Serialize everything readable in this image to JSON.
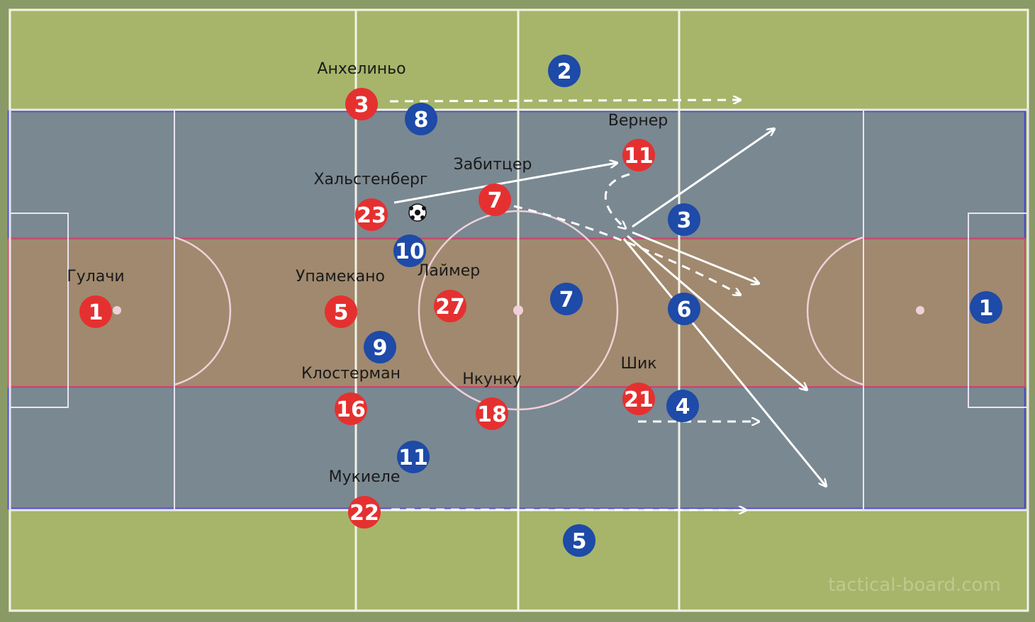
{
  "colors": {
    "outer_border": "#8a9a66",
    "grass": "#a6b56a",
    "wing_zone": "#7a8891",
    "center_zone": "#a0896e",
    "pitch_lines": "#f2f2e6",
    "zone_border_blue": "#4a4ac8",
    "zone_border_red": "#c84a6a",
    "circle_line": "#f0d0d8",
    "team_red": "#e53030",
    "team_blue": "#1e4aa8",
    "arrow": "#ffffff"
  },
  "board": {
    "watermark": "tactical-board.com",
    "ball_icon": "soccer-ball-icon"
  },
  "red_players": [
    {
      "id": "red-1",
      "number": "1",
      "name": "Гулачи"
    },
    {
      "id": "red-5",
      "number": "5",
      "name": "Упамекано"
    },
    {
      "id": "red-3",
      "number": "3",
      "name": "Анхелиньо"
    },
    {
      "id": "red-23",
      "number": "23",
      "name": "Хальстенберг"
    },
    {
      "id": "red-16",
      "number": "16",
      "name": "Клостерман"
    },
    {
      "id": "red-22",
      "number": "22",
      "name": "Мукиеле"
    },
    {
      "id": "red-7",
      "number": "7",
      "name": "Забитцер"
    },
    {
      "id": "red-27",
      "number": "27",
      "name": "Лаймер"
    },
    {
      "id": "red-18",
      "number": "18",
      "name": "Нкунку"
    },
    {
      "id": "red-11",
      "number": "11",
      "name": "Вернер"
    },
    {
      "id": "red-21",
      "number": "21",
      "name": "Шик"
    }
  ],
  "blue_players": [
    {
      "id": "blue-2",
      "number": "2"
    },
    {
      "id": "blue-8",
      "number": "8"
    },
    {
      "id": "blue-10",
      "number": "10"
    },
    {
      "id": "blue-9",
      "number": "9"
    },
    {
      "id": "blue-11",
      "number": "11"
    },
    {
      "id": "blue-5",
      "number": "5"
    },
    {
      "id": "blue-7",
      "number": "7"
    },
    {
      "id": "blue-3",
      "number": "3"
    },
    {
      "id": "blue-6",
      "number": "6"
    },
    {
      "id": "blue-4",
      "number": "4"
    },
    {
      "id": "blue-1",
      "number": "1"
    }
  ]
}
